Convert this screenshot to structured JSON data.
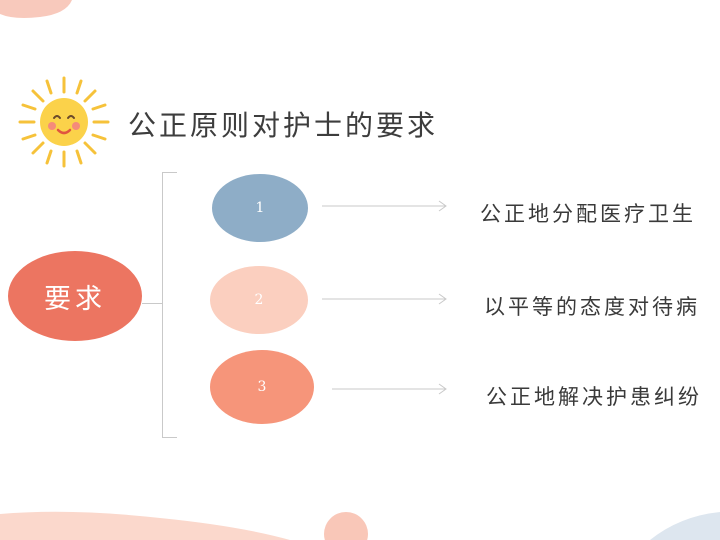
{
  "slide": {
    "title": "公正原则对护士的要求",
    "center_label": "要求",
    "items": [
      {
        "number": "1",
        "text": "公正地分配医疗卫生"
      },
      {
        "number": "2",
        "text": "以平等的态度对待病"
      },
      {
        "number": "3",
        "text": "公正地解决护患纠纷"
      }
    ]
  },
  "colors": {
    "main": "#ec7561",
    "item1": "#8eadc7",
    "item2": "#fbcfbf",
    "item3": "#f6957a",
    "line": "#c9c9c9",
    "sun": "#f6c23a"
  }
}
